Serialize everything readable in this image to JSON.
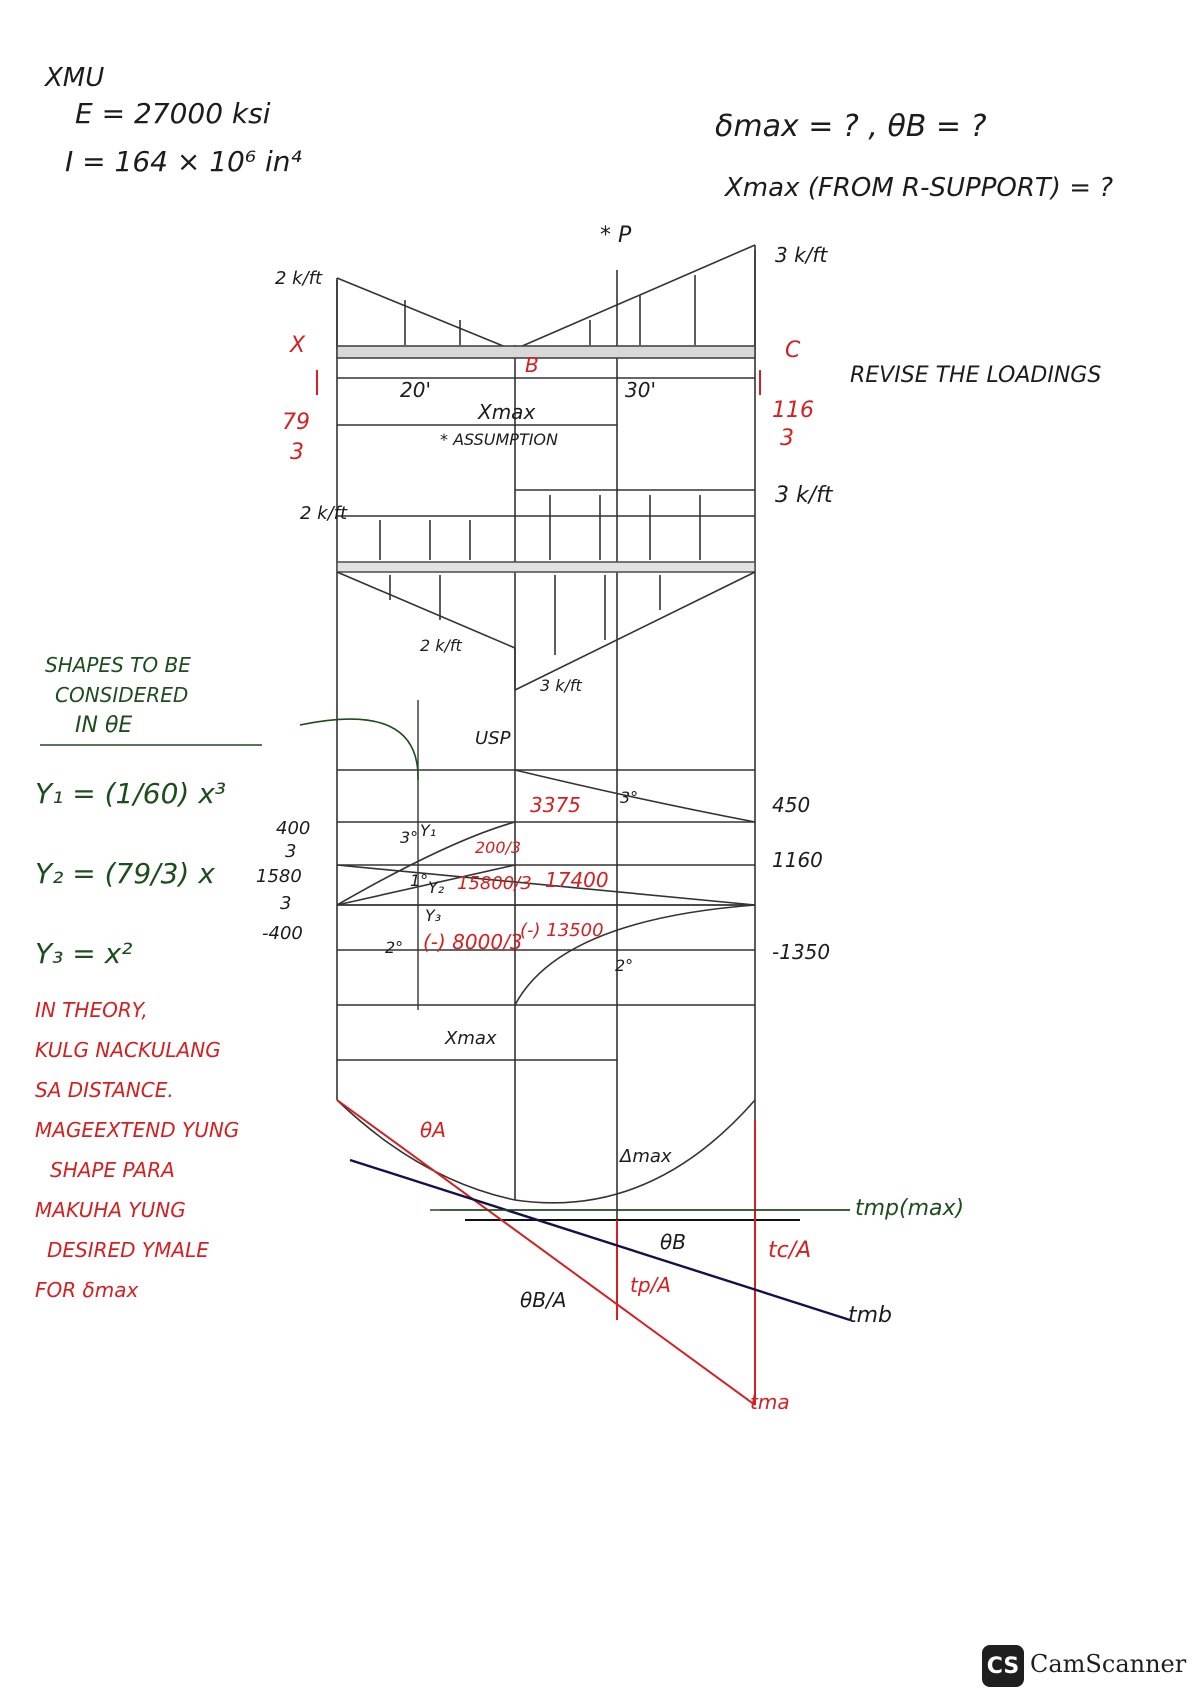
{
  "header": {
    "name": "XMU",
    "modulus": "E = 27000 ksi",
    "inertia": "I = 164 × 10⁶ in⁴",
    "question1": "δmax = ? ,  θB = ?",
    "question2": "Xmax (FROM R-SUPPORT) = ?"
  },
  "beam": {
    "point_load": "* P",
    "load_left": "2 k/ft",
    "load_right": "3 k/ft",
    "support_a": "X",
    "point_b": "B",
    "support_c": "C",
    "span_left": "20'",
    "span_right": "30'",
    "xmax_label": "Xmax",
    "assumption": "* ASSUMPTION",
    "reaction_a_num": "79",
    "reaction_a_den": "3",
    "reaction_c_num": "116",
    "reaction_c_den": "3",
    "revise_note": "REVISE THE LOADINGS"
  },
  "reversed": {
    "top_left": "2 k/ft",
    "top_right": "3 k/ft",
    "bottom_left": "2 k/ft",
    "bottom_right": "3 k/ft"
  },
  "shapes_note": {
    "line1": "SHAPES TO BE",
    "line2": "CONSIDERED",
    "line3": "IN  θE"
  },
  "equations": {
    "y1": "Y₁ = (1/60) x³",
    "y2": "Y₂ = (79/3) x",
    "y3": "Y₃ = x²"
  },
  "moment_diagram": {
    "usp": "USP",
    "left_top_num": "400",
    "left_top_den": "3",
    "left_mid_num": "1580",
    "left_mid_den": "3",
    "left_bottom": "-400",
    "right_top": "450",
    "right_mid": "1160",
    "right_bottom": "-1350",
    "area_3375": "3375",
    "area_200_3": "200/3",
    "area_15800_3": "15800/3",
    "area_17400": "17400",
    "area_8000_3": "(-) 8000/3",
    "area_13500": "(-) 13500",
    "deg_3a": "3°",
    "deg_3b": "3°",
    "deg_1": "1°",
    "deg_2a": "2°",
    "deg_2b": "2°",
    "y1": "Y₁",
    "y2": "Y₂",
    "y3": "Y₃",
    "xmax": "Xmax"
  },
  "theory_note": [
    "IN THEORY,",
    "KULG NACKULANG",
    "SA DISTANCE.",
    "MAGEEXTEND YUNG",
    "SHAPE PARA",
    "MAKUHA YUNG",
    "DESIRED YMALE",
    "FOR  δmax"
  ],
  "elastic_curve": {
    "theta_a": "θA",
    "delta_max": "Δmax",
    "tmp": "tmp(max)",
    "theta_b": "θB",
    "tca": "tc/A",
    "tba": "θB/A",
    "tpa": "tp/A",
    "tmb": "tmb",
    "tma": "tma"
  },
  "watermark": {
    "logo": "CS",
    "name": "CamScanner"
  }
}
